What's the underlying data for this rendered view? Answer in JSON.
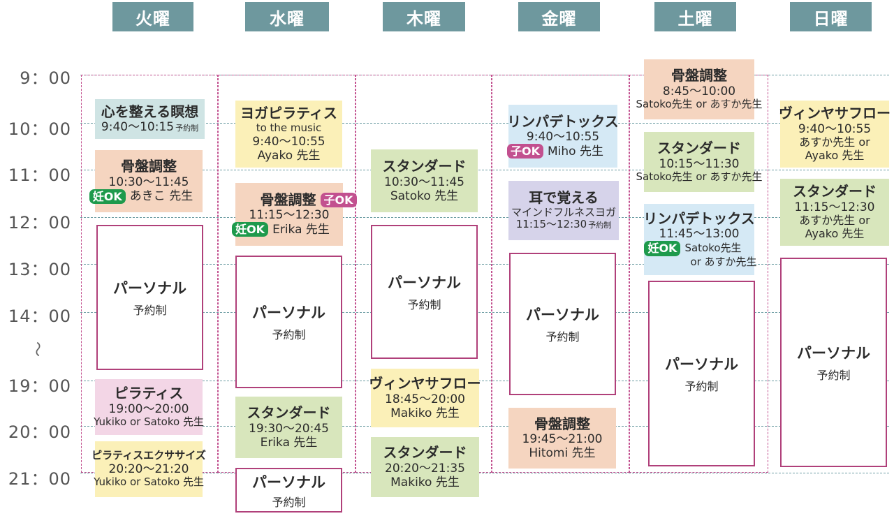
{
  "days": [
    "火曜",
    "水曜",
    "木曜",
    "金曜",
    "土曜",
    "日曜"
  ],
  "times": [
    "9：00",
    "10：00",
    "11：00",
    "12：00",
    "13：00",
    "14：00",
    "19：00",
    "20：00",
    "21：00"
  ],
  "tilde": "〜",
  "personal": {
    "title": "パーソナル",
    "sub": "予約制"
  },
  "badges": {
    "pregnant": "妊OK",
    "child": "子OK"
  },
  "classes": {
    "tue1": {
      "title": "心を整える瞑想",
      "time": "9:40〜10:15",
      "note": "予約制"
    },
    "tue2": {
      "title": "骨盤調整",
      "time": "10:30〜11:45",
      "teacher": "あきこ 先生"
    },
    "tue3": {
      "title": "ピラティス",
      "time": "19:00〜20:00",
      "teacher": "Yukiko or Satoko 先生"
    },
    "tue4": {
      "title": "ピラティスエクササイズ",
      "time": "20:20〜21:20",
      "teacher": "Yukiko or Satoko 先生"
    },
    "wed1": {
      "title": "ヨガピラティス",
      "sub": "to the music",
      "time": "9:40〜10:55",
      "teacher": "Ayako 先生"
    },
    "wed2": {
      "title": "骨盤調整",
      "time": "11:15〜12:30",
      "teacher": "Erika 先生"
    },
    "wed3": {
      "title": "スタンダード",
      "time": "19:30〜20:45",
      "teacher": "Erika 先生"
    },
    "thu1": {
      "title": "スタンダード",
      "time": "10:30〜11:45",
      "teacher": "Satoko 先生"
    },
    "thu2": {
      "title": "ヴィンヤサフロー",
      "time": "18:45〜20:00",
      "teacher": "Makiko 先生"
    },
    "thu3": {
      "title": "スタンダード",
      "time": "20:20〜21:35",
      "teacher": "Makiko 先生"
    },
    "fri1": {
      "title": "リンパデトックス",
      "time": "9:40〜10:55",
      "teacher": "Miho 先生"
    },
    "fri2": {
      "title": "耳で覚える",
      "sub": "マインドフルネスヨガ",
      "time": "11:15〜12:30",
      "note": "予約制"
    },
    "fri3": {
      "title": "骨盤調整",
      "time": "19:45〜21:00",
      "teacher": "Hitomi 先生"
    },
    "sat1": {
      "title": "骨盤調整",
      "time": "8:45〜10:00",
      "teacher": "Satoko先生 or あすか先生"
    },
    "sat2": {
      "title": "スタンダード",
      "time": "10:15〜11:30",
      "teacher": "Satoko先生 or あすか先生"
    },
    "sat3": {
      "title": "リンパデトックス",
      "time": "11:45〜13:00",
      "teacher1": "Satoko先生",
      "teacher2": "or あすか先生"
    },
    "sun1": {
      "title": "ヴィンヤサフロー",
      "time": "9:40〜10:55",
      "teacher1": "あすか先生 or",
      "teacher2": "Ayako 先生"
    },
    "sun2": {
      "title": "スタンダード",
      "time": "11:15〜12:30",
      "teacher1": "あすか先生 or",
      "teacher2": "Ayako 先生"
    }
  },
  "colors": {
    "header": "#6e989e",
    "grid": "#6e9ea4",
    "column_border": "#c2508f",
    "personal_border": "#b0407a",
    "badge_pregnant": "#1e9a4c",
    "badge_child": "#c2508f"
  }
}
